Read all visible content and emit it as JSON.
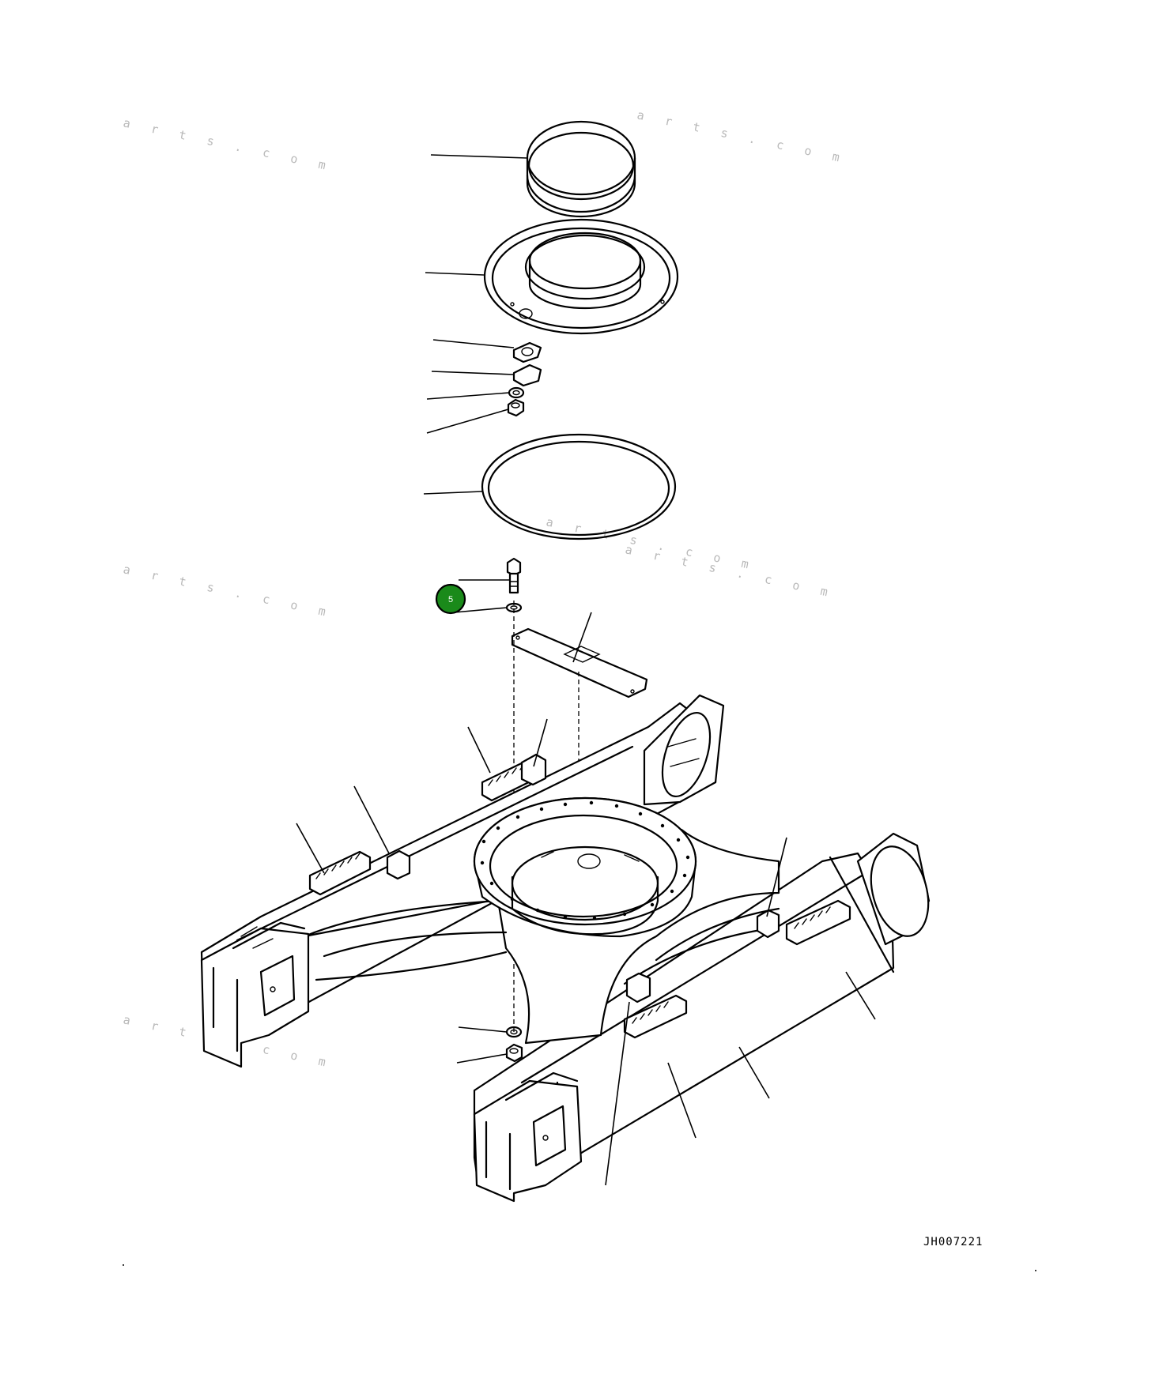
{
  "drawing": {
    "code": "JH007221",
    "watermark": "a r t s . c o m"
  },
  "callouts": [
    {
      "number": "5",
      "part": "washer",
      "color": "#1a8a1a"
    }
  ]
}
